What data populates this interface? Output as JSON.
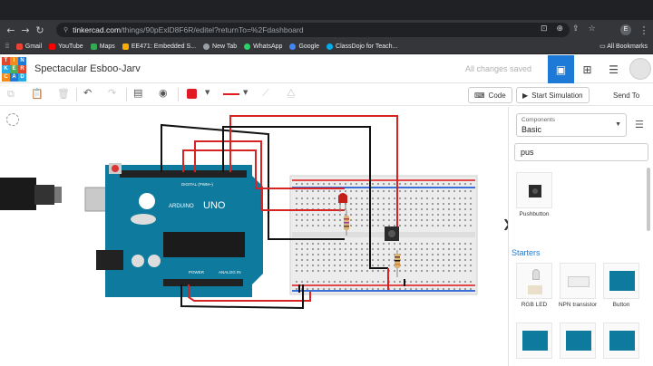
{
  "browser": {
    "url_host": "tinkercad.com",
    "url_path": "/things/90pExlD8F6R/editel?returnTo=%2Fdashboard",
    "profile_initial": "E",
    "bookmarks": [
      {
        "label": "Gmail",
        "color": "#ea4335"
      },
      {
        "label": "YouTube",
        "color": "#ff0000"
      },
      {
        "label": "Maps",
        "color": "#34a853"
      },
      {
        "label": "EE471: Embedded S...",
        "color": "#f9ab00"
      },
      {
        "label": "New Tab",
        "color": "#9aa0a6"
      },
      {
        "label": "WhatsApp",
        "color": "#25d366"
      },
      {
        "label": "Google",
        "color": "#4285f4"
      },
      {
        "label": "ClassDojo for Teach...",
        "color": "#00aeef"
      }
    ],
    "all_bookmarks": "All Bookmarks"
  },
  "app": {
    "logo_letters": [
      "T",
      "I",
      "N",
      "K",
      "E",
      "R",
      "C",
      "A",
      "D"
    ],
    "logo_colors": [
      "#e2472b",
      "#f28b1e",
      "#1d7ad6",
      "#27a9e1",
      "#4caf50",
      "#e2472b",
      "#f28b1e",
      "#1d7ad6",
      "#27a9e1"
    ],
    "design_title": "Spectacular Esboo-Jarv",
    "save_status": "All changes saved"
  },
  "toolbar": {
    "code_label": "Code",
    "sim_label": "Start Simulation",
    "send_label": "Send To",
    "wire_color": "#e01b24"
  },
  "panel": {
    "components_label": "Components",
    "components_value": "Basic",
    "search_value": "pus",
    "result_label": "Pushbutton",
    "starters_label": "Starters",
    "starters": [
      "RGB LED",
      "NPN transistor",
      "Button"
    ]
  },
  "board": {
    "brand": "ARDUINO",
    "model": "UNO",
    "digital_label": "DIGITAL (PWM~)",
    "power_label": "POWER",
    "analog_label": "ANALOG IN"
  }
}
